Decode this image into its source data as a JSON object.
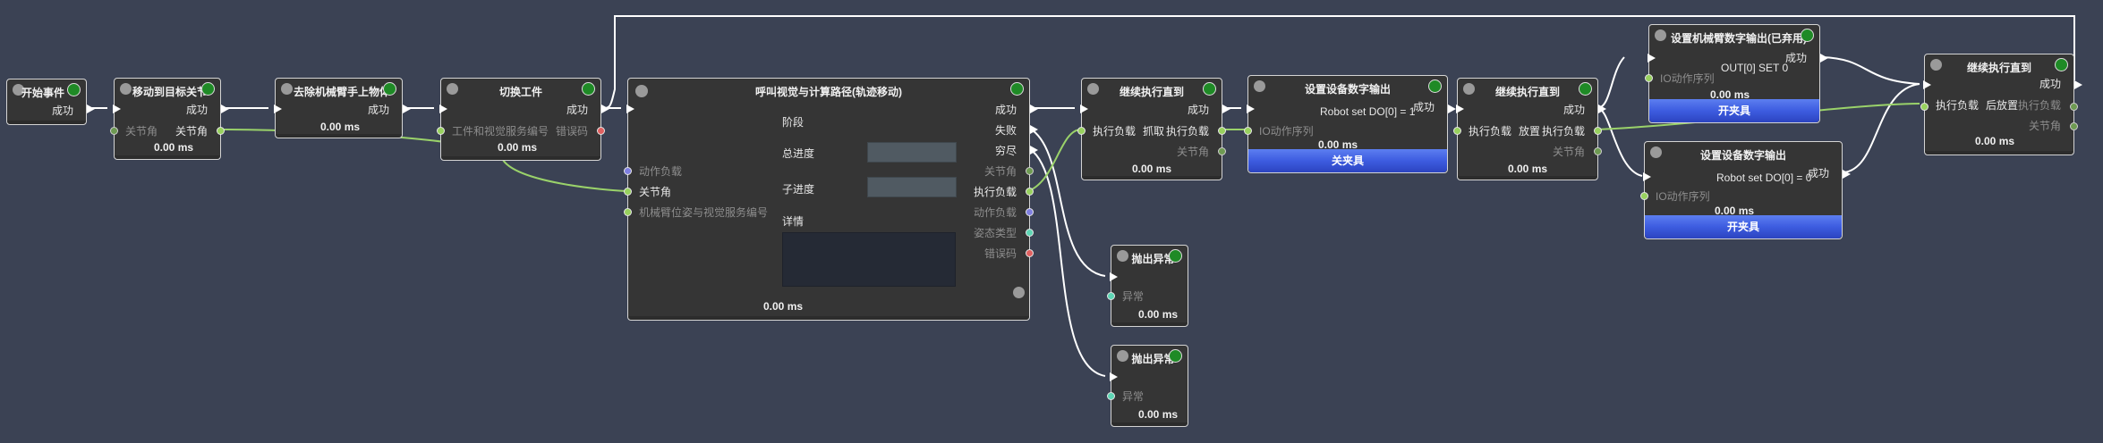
{
  "graph": {
    "start": {
      "title": "开始事件",
      "out": "成功"
    },
    "move": {
      "title": "移动到目标关节",
      "out": "成功",
      "in_joint": "关节角",
      "out_joint": "关节角",
      "time": "0.00 ms"
    },
    "remove": {
      "title": "去除机械臂手上物体",
      "out": "成功",
      "time": "0.00 ms"
    },
    "switch": {
      "title": "切换工件",
      "out": "成功",
      "in_param": "工件和视觉服务编号",
      "out_err": "错误码",
      "time": "0.00 ms"
    },
    "vision": {
      "title": "呼叫视觉与计算路径(轨迹移动)",
      "in_load": "动作负载",
      "in_joint": "关节角",
      "in_pose": "机械臂位姿与视觉服务编号",
      "stage": "阶段",
      "total": "总进度",
      "sub": "子进度",
      "detail": "详情",
      "time": "0.00 ms",
      "outs": [
        "成功",
        "失败",
        "穷尽",
        "关节角",
        "执行负载",
        "动作负载",
        "姿态类型",
        "错误码"
      ]
    },
    "cont1": {
      "title": "继续执行直到",
      "out": "成功",
      "in_exec": "执行负载",
      "action": "抓取",
      "out_exec": "执行负载",
      "out_joint": "关节角",
      "time": "0.00 ms"
    },
    "setdo1": {
      "title": "设置设备数字输出",
      "text": "Robot set DO[0] = 1",
      "out": "成功",
      "in_io": "IO动作序列",
      "time": "0.00 ms",
      "bar": "关夹具"
    },
    "exc1": {
      "title": "抛出异常",
      "in": "异常",
      "time": "0.00 ms"
    },
    "exc2": {
      "title": "抛出异常",
      "in": "异常",
      "time": "0.00 ms"
    },
    "cont2": {
      "title": "继续执行直到",
      "out": "成功",
      "in_exec": "执行负载",
      "action": "放置",
      "out_exec": "执行负载",
      "out_joint": "关节角",
      "time": "0.00 ms"
    },
    "setarm": {
      "title": "设置机械臂数字输出(已弃用)",
      "out": "成功",
      "text": "OUT[0] SET 0",
      "in_io": "IO动作序列",
      "time": "0.00 ms",
      "bar": "开夹具"
    },
    "setdo2": {
      "title": "设置设备数字输出",
      "text": "Robot set DO[0] = 0",
      "out": "成功",
      "in_io": "IO动作序列",
      "time": "0.00 ms",
      "bar": "开夹具"
    },
    "cont3": {
      "title": "继续执行直到",
      "out": "成功",
      "in_exec": "执行负载",
      "action": "后放置",
      "out_exec": "执行负载",
      "out_joint": "关节角",
      "time": "0.00 ms"
    }
  },
  "colors": {
    "background": "#3b4254",
    "node": "#353535",
    "wire_flow": "#ffffff",
    "wire_data": "#9ad26a",
    "status_ok": "#1f8a26",
    "bar": "#3d5ce0"
  }
}
